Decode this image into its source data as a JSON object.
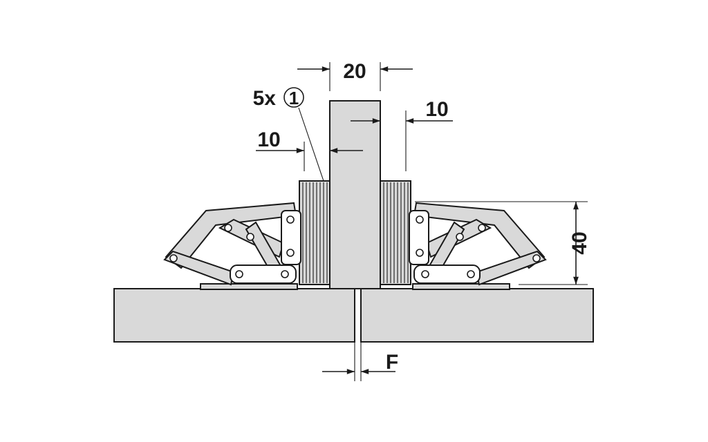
{
  "dimensions": {
    "panel_thickness": "20",
    "offset_left": "10",
    "offset_right": "10",
    "height": "40",
    "gap": "F"
  },
  "callout": {
    "quantity": "5x",
    "item_number": "1"
  },
  "colors": {
    "panel_fill": "#d9d9d9",
    "hinge_fill": "#d9d9d9",
    "line": "#1a1a1a",
    "background": "#ffffff"
  }
}
